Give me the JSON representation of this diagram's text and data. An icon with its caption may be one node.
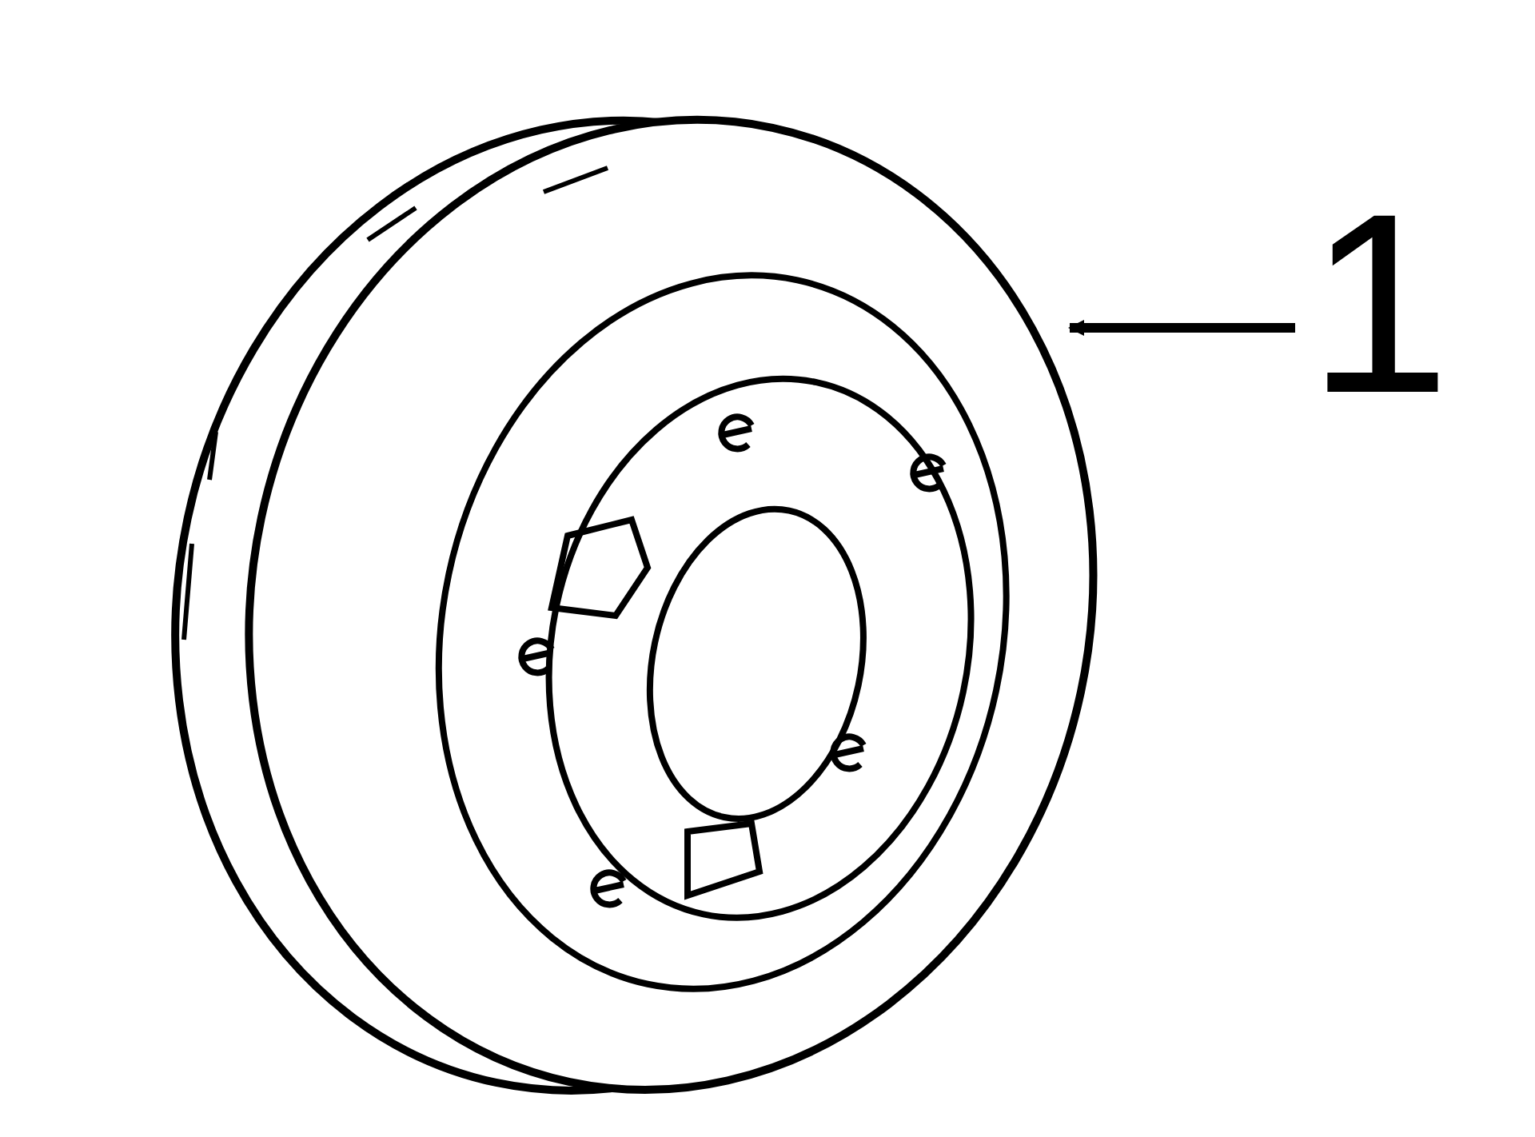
{
  "diagram": {
    "nodes": [
      {
        "text": [
          "1"
        ]
      },
      {
        "text": [],
        "shape": "picture"
      }
    ],
    "edges": [
      {
        "from": 0,
        "to": 1,
        "arrow": "to"
      }
    ]
  }
}
